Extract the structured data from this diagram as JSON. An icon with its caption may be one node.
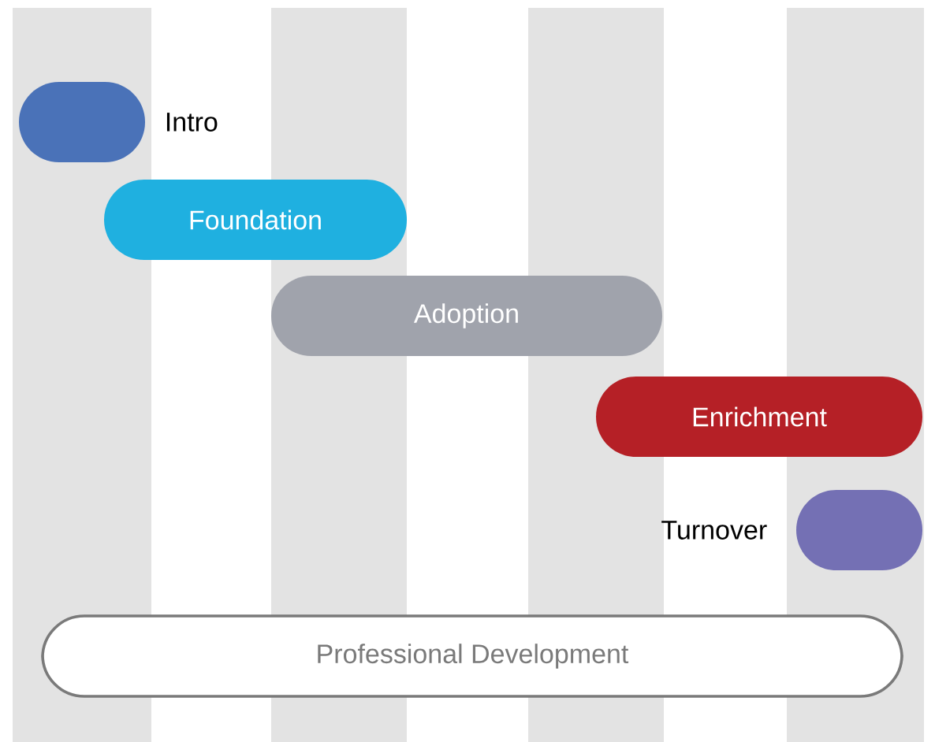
{
  "diagram": {
    "nodes": [
      {
        "text": [],
        "shape": "box",
        "beside": [
          "Intro"
        ]
      },
      {
        "text": [
          "Foundation"
        ]
      },
      {
        "text": [
          "Adoption"
        ]
      },
      {
        "text": [
          "Enrichment"
        ]
      },
      {
        "text": [],
        "shape": "box",
        "beside": [
          "Turnover"
        ]
      },
      {
        "text": [
          "Professional Development"
        ]
      }
    ]
  }
}
